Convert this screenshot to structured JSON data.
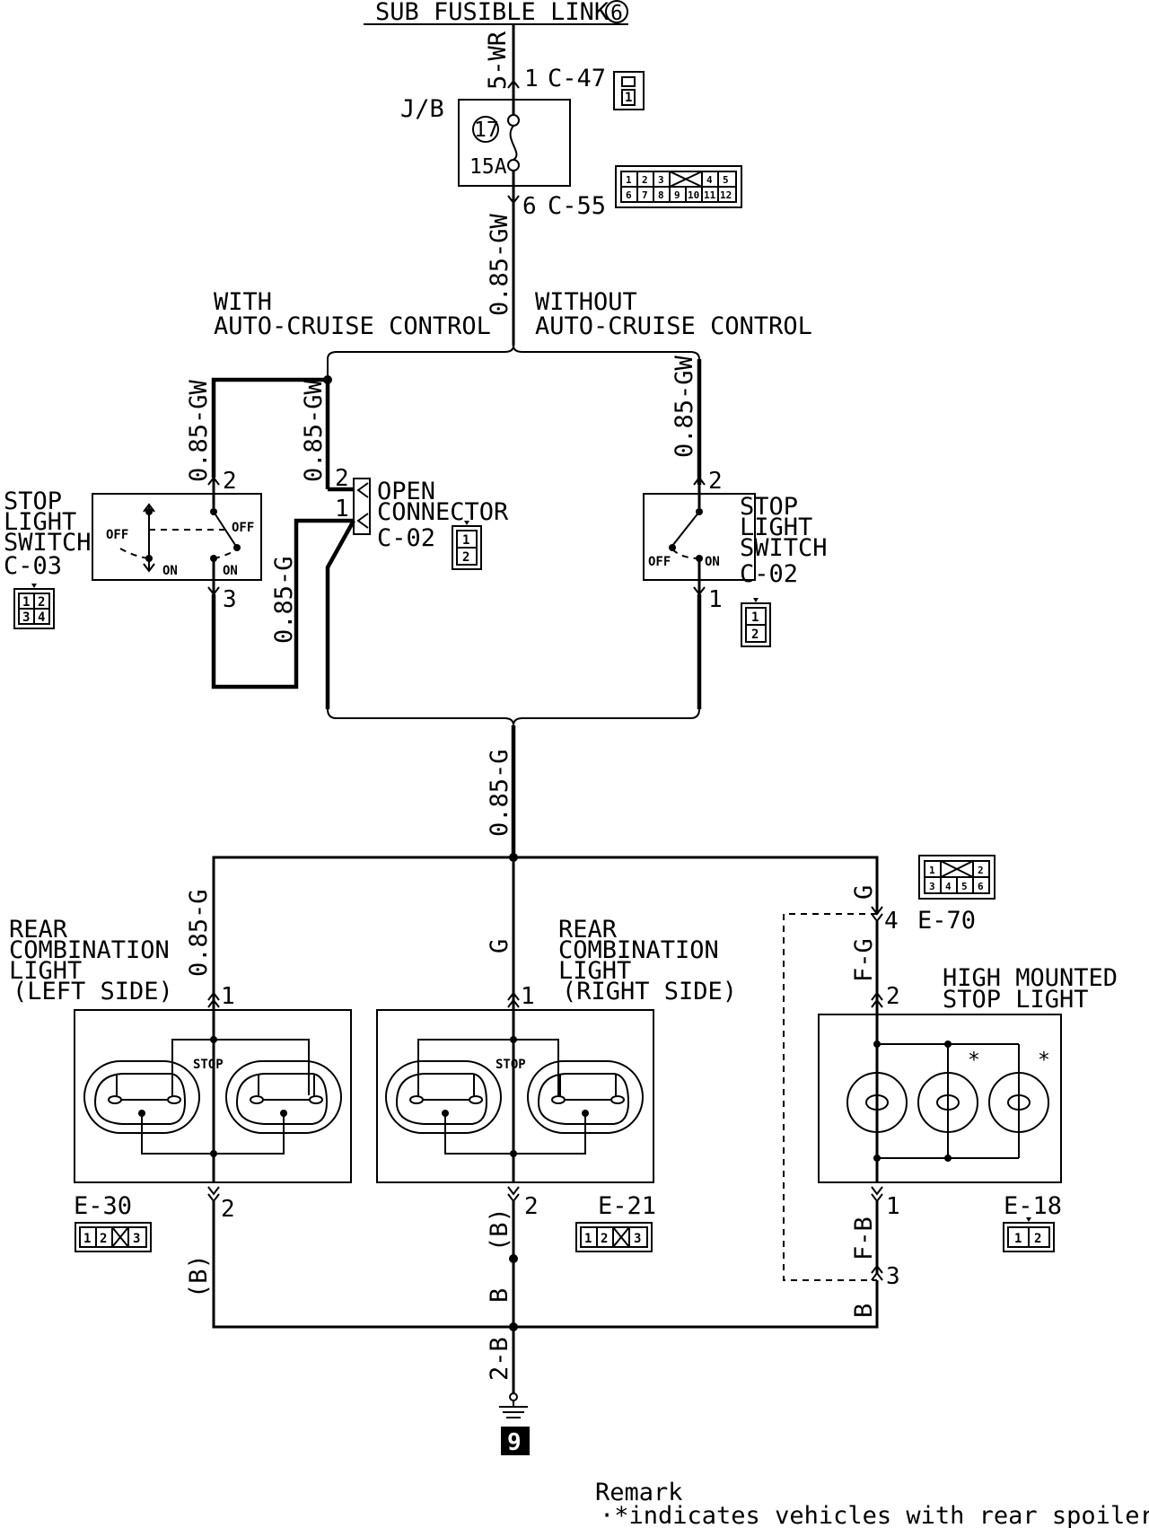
{
  "header": {
    "title": "SUB FUSIBLE LINK",
    "link_number": "6"
  },
  "wires": {
    "w_5wr": "5-WR",
    "w_085gw_main": "0.85-GW",
    "w_085gw_left1": "0.85-GW",
    "w_085gw_left2": "0.85-GW",
    "w_085gw_right": "0.85-GW",
    "w_085g_left": "0.85-G",
    "w_085g_center": "0.85-G",
    "w_085g_rcl_left": "0.85-G",
    "w_g_rcl_right": "G",
    "w_g_hmsl": "G",
    "w_fg": "F-G",
    "w_fb": "F-B",
    "w_b_paren_center": "(B)",
    "w_b_center": "B",
    "w_b_paren_left": "(B)",
    "w_b_right": "B",
    "w_2b": "2-B"
  },
  "junction_block": {
    "label": "J/B",
    "fuse_number": "17",
    "fuse_rating": "15A"
  },
  "connectors": {
    "c47": {
      "pin": "1",
      "name": "C-47",
      "cells": [
        "1"
      ]
    },
    "c55": {
      "pin": "6",
      "name": "C-55",
      "row1": [
        "1",
        "2",
        "3",
        "",
        "4",
        "5"
      ],
      "row2": [
        "6",
        "7",
        "8",
        "9",
        "10",
        "11",
        "12"
      ]
    },
    "open_connector": {
      "label_line1": "OPEN",
      "label_line2": "CONNECTOR",
      "name": "C-02",
      "pin_top": "2",
      "pin_bottom": "1",
      "cells": [
        "1",
        "2"
      ]
    },
    "e70": {
      "pin": "4",
      "name": "E-70",
      "row1": [
        "1",
        "",
        "2"
      ],
      "row2": [
        "3",
        "4",
        "5",
        "6"
      ]
    },
    "e30": {
      "name": "E-30",
      "cells": [
        "1",
        "2",
        "",
        "3"
      ]
    },
    "e21": {
      "name": "E-21",
      "cells": [
        "1",
        "2",
        "",
        "3"
      ]
    },
    "e18": {
      "name": "E-18",
      "cells": [
        "1",
        "2"
      ]
    }
  },
  "options": {
    "with_line1": "WITH",
    "with_line2": "AUTO-CRUISE CONTROL",
    "without_line1": "WITHOUT",
    "without_line2": "AUTO-CRUISE CONTROL"
  },
  "stop_switch_left": {
    "line1": "STOP",
    "line2": "LIGHT",
    "line3": "SWITCH",
    "name": "C-03",
    "pin_in": "2",
    "pin_out": "3",
    "off_left": "OFF",
    "off_right": "OFF",
    "on_left": "ON",
    "on_right": "ON",
    "cells": [
      "1",
      "2",
      "3",
      "4"
    ]
  },
  "stop_switch_right": {
    "line1": "STOP",
    "line2": "LIGHT",
    "line3": "SWITCH",
    "name": "C-02",
    "pin_in": "2",
    "pin_out": "1",
    "off": "OFF",
    "on": "ON",
    "cells": [
      "1",
      "2"
    ]
  },
  "rear_left": {
    "line1": "REAR",
    "line2": "COMBINATION",
    "line3": "LIGHT",
    "line4": "(LEFT SIDE)",
    "pin_in": "1",
    "pin_out": "2",
    "bulb_label": "STOP"
  },
  "rear_right": {
    "line1": "REAR",
    "line2": "COMBINATION",
    "line3": "LIGHT",
    "line4": "(RIGHT SIDE)",
    "pin_in": "1",
    "pin_out": "2",
    "bulb_label": "STOP"
  },
  "hmsl": {
    "line1": "HIGH MOUNTED",
    "line2": "STOP LIGHT",
    "pin_in": "2",
    "pin_out": "1",
    "asterisk": "*"
  },
  "e70_pin_bottom": "3",
  "ground": {
    "number": "9"
  },
  "remark": {
    "title": "Remark",
    "text": "·*indicates vehicles with rear spoiler."
  }
}
